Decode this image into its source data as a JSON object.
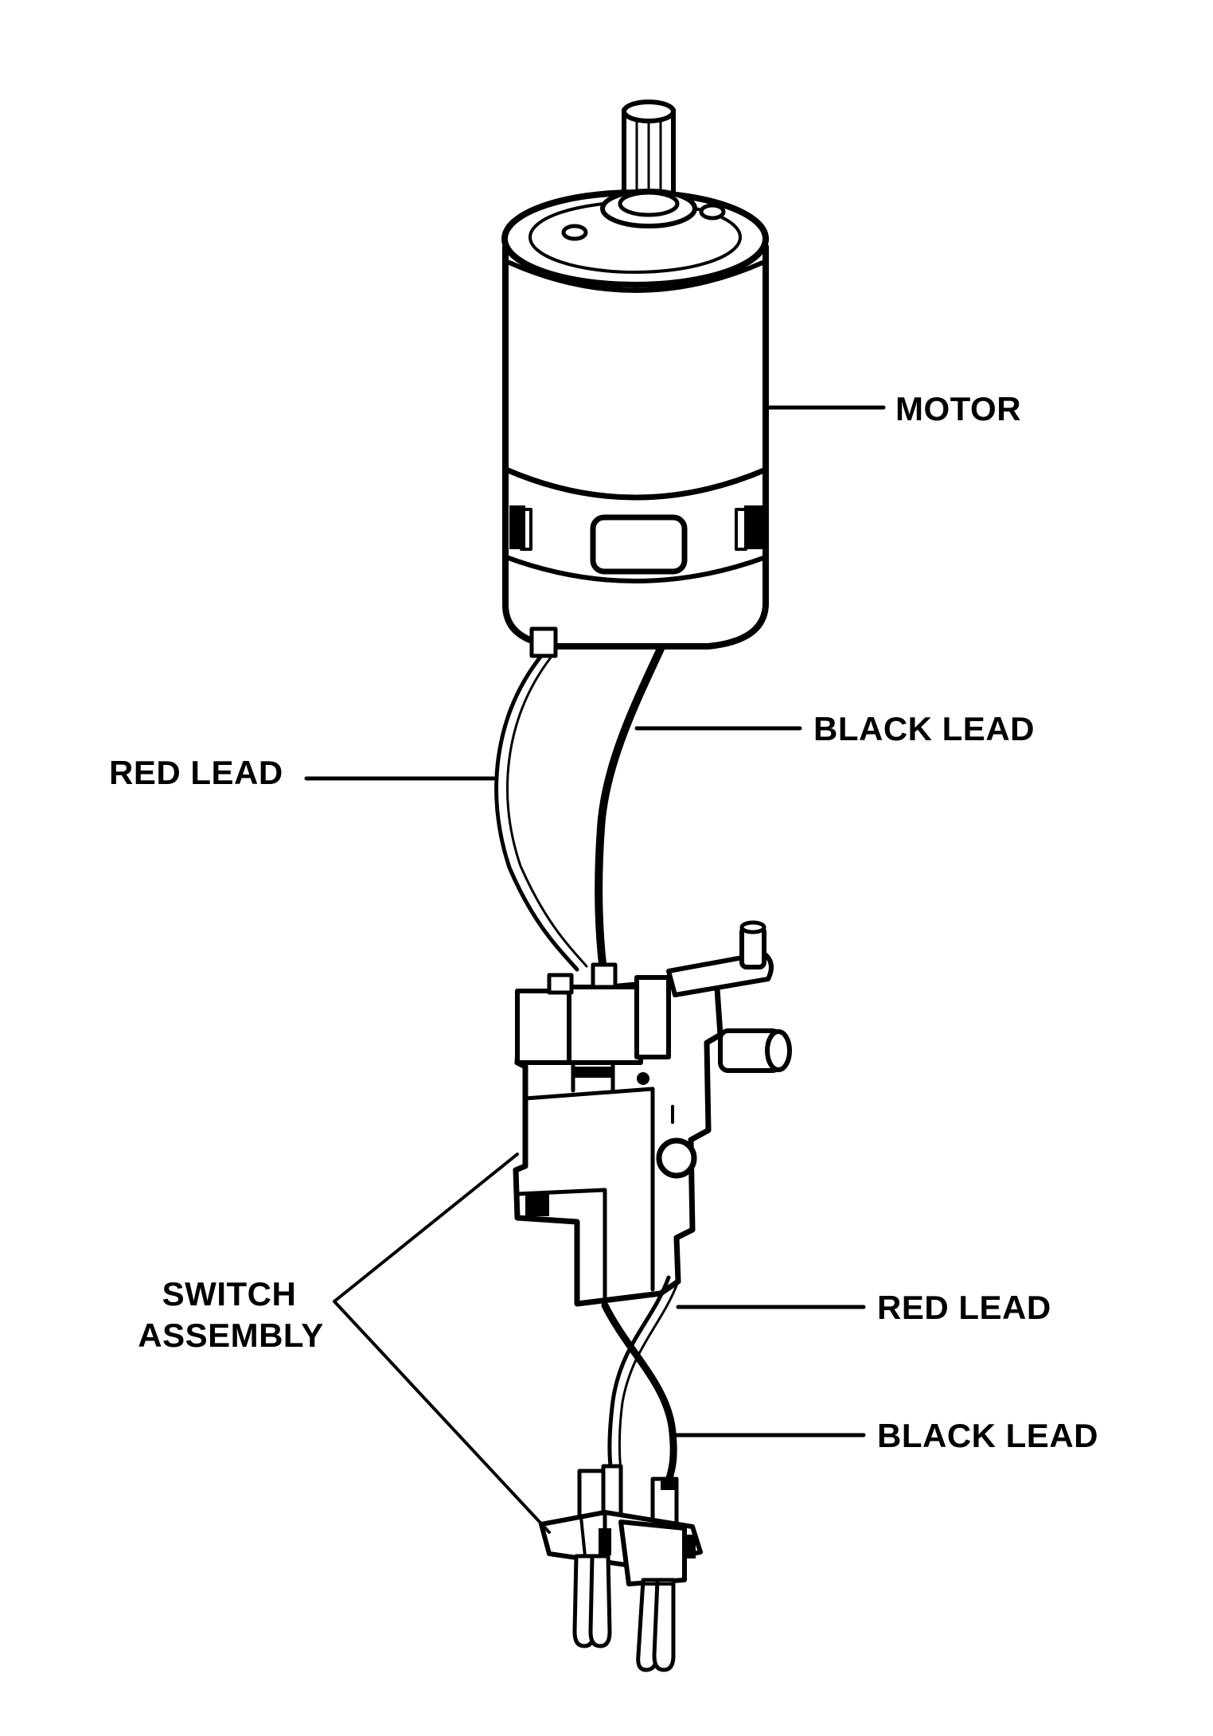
{
  "labels": {
    "motor": "MOTOR",
    "black_lead_top": "BLACK LEAD",
    "red_lead_top": "RED LEAD",
    "switch_assembly_line1": "SWITCH",
    "switch_assembly_line2": "ASSEMBLY",
    "red_lead_bottom": "RED LEAD",
    "black_lead_bottom": "BLACK LEAD"
  },
  "colors": {
    "ink": "#000000",
    "paper": "#ffffff"
  }
}
